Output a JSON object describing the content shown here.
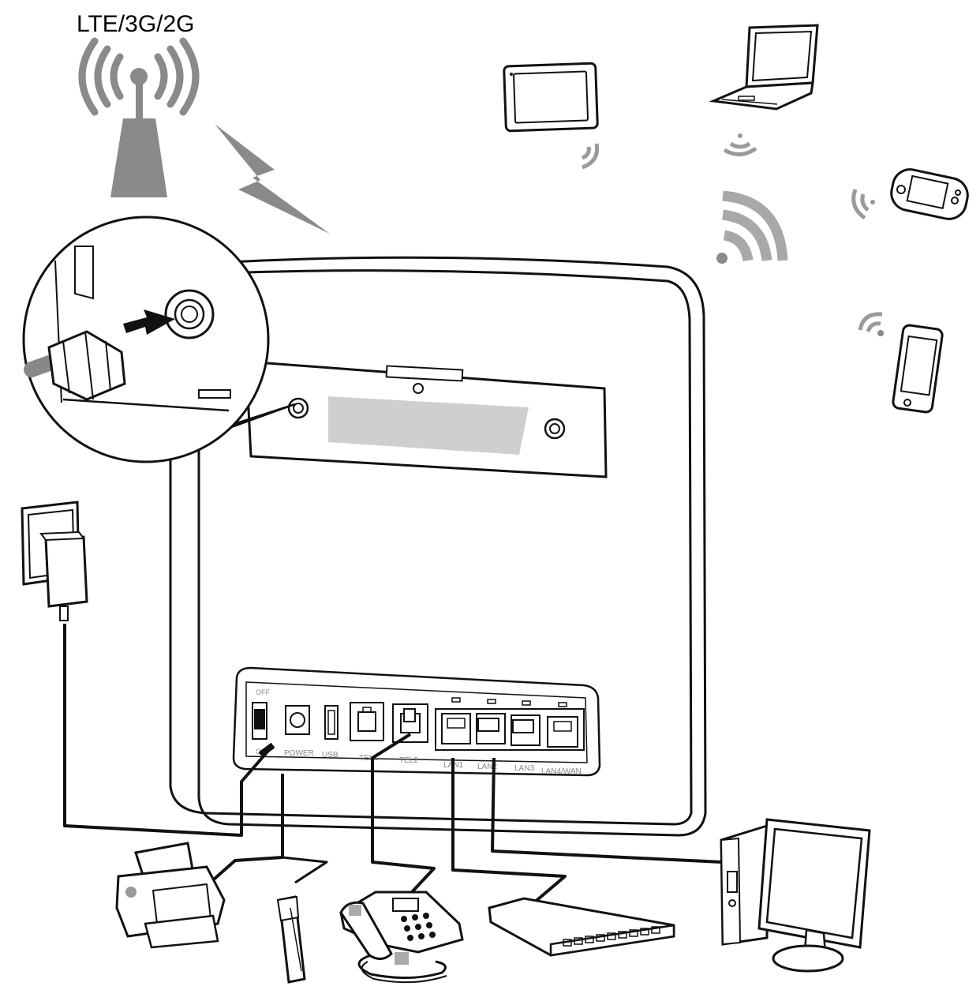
{
  "network": {
    "label": "LTE/3G/2G"
  },
  "ports": [
    {
      "id": "power",
      "label": "POWER"
    },
    {
      "id": "usb",
      "label": "USB"
    },
    {
      "id": "tel1",
      "label": "TEL1"
    },
    {
      "id": "tel2",
      "label": "TEL2"
    },
    {
      "id": "lan1",
      "label": "LAN1"
    },
    {
      "id": "lan2",
      "label": "LAN2"
    },
    {
      "id": "lan3",
      "label": "LAN3"
    },
    {
      "id": "lan4",
      "label": "LAN4/WAN"
    }
  ],
  "switch_labels": {
    "off": "OFF",
    "on": "ON"
  },
  "colors": {
    "line": "#111111",
    "wifi": "#9a9a9a",
    "panel": "#cfcfcf",
    "tower": "#8a8a8a"
  }
}
